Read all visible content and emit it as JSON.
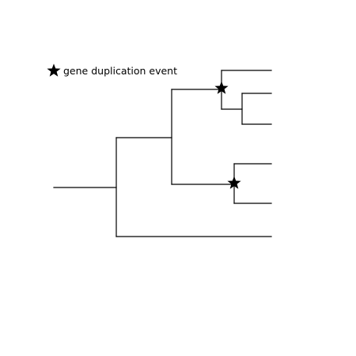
{
  "legend": {
    "label": "gene duplication event",
    "icon": "star-icon"
  },
  "tree": {
    "line_color": "#000000",
    "marker_color": "#000000",
    "leaf_count": 6,
    "duplication_event_count": 2
  }
}
